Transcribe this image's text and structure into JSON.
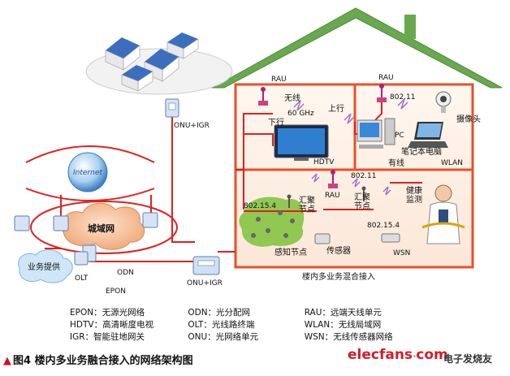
{
  "labels": {
    "rau_top_left": "RAU",
    "rau_top_right": "RAU",
    "wireless": "无线",
    "ghz": "60 GHz",
    "downlink": "下行",
    "uplink": "上行",
    "std_80211_top": "802.11",
    "camera": "摄像头",
    "pc": "PC",
    "laptop": "笔记本电脑",
    "hdtv": "HDTV",
    "wired": "有线",
    "wlan": "WLAN",
    "std_80211_mid": "802.11",
    "rau_mid": "RAU",
    "std_802154_left": "802.15.4",
    "aggregation_left": "汇聚\n节点",
    "aggregation_right": "汇聚\n节点",
    "health": "健康\n监测",
    "std_802154_right": "802.15.4",
    "sensor_node": "感知节点",
    "sensor": "传感器",
    "wsn": "WSN",
    "house_caption": "楼内多业务混合接入",
    "onu_igr_top": "ONU+IGR",
    "onu_igr_bottom": "ONU+IGR",
    "internet": "Internet",
    "metro": "城域网",
    "provider": "业务提供",
    "olt": "OLT",
    "odn": "ODN",
    "epon": "EPON"
  },
  "legend": [
    [
      "EPON：无源光网络",
      "ODN：光分配网",
      "RAU：远端天线单元"
    ],
    [
      "HDTV：高清晰度电视",
      "OLT：光线路终端",
      "WLAN：无线局域网"
    ],
    [
      "IGR：智能驻地网关",
      "ONU：光网络单元",
      "WSN：无线传感器网络"
    ]
  ],
  "caption": "图4 楼内多业务融合接入的网络架构图",
  "brand": {
    "name_a": "elecfans",
    "name_dot": "·",
    "name_b": "com",
    "name_cn": "电子发烧友"
  },
  "colors": {
    "fiber": "#e02020",
    "roof": "#6aa84f",
    "house_wall": "#e8502a",
    "room_fill": "#fdf1e8",
    "wsn_green": "#7cc23a",
    "cloud_fill": "#f3b98f"
  }
}
